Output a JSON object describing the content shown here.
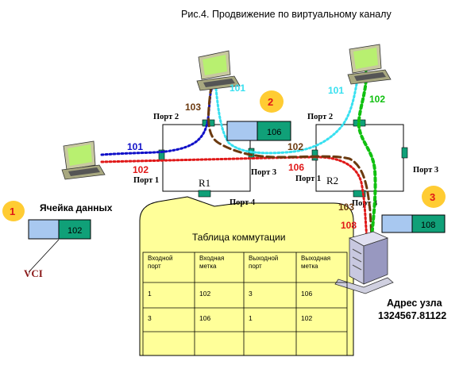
{
  "title": "Рис.4. Продвижение по виртуальному каналу",
  "routers": [
    {
      "name": "R1",
      "ports": [
        "Порт 1",
        "Порт 2",
        "Порт 3",
        "Порт 4"
      ]
    },
    {
      "name": "R2",
      "ports": [
        "Порт 1",
        "Порт 2",
        "Порт 3",
        "Порт 4"
      ]
    }
  ],
  "labels": {
    "l101_left": "101",
    "l102_left": "102",
    "l103_top": "103",
    "l101_top": "101",
    "l102_mid": "102",
    "l106_mid": "106",
    "l101_right": "101",
    "l102_right": "102",
    "l103_low": "103",
    "l108": "108"
  },
  "steps": [
    "1",
    "2",
    "3"
  ],
  "cells": [
    {
      "label": "102"
    },
    {
      "label": "106"
    },
    {
      "label": "108"
    }
  ],
  "cell_caption": "Ячейка данных",
  "vci": "VCI",
  "switch_table": {
    "title": "Таблица коммутации",
    "headers": [
      "Входной порт",
      "Входная метка",
      "Выходной порт",
      "Выходная метка"
    ],
    "rows": [
      [
        "1",
        "102",
        "3",
        "106"
      ],
      [
        "3",
        "106",
        "1",
        "102"
      ],
      [
        "",
        "",
        "",
        ""
      ]
    ]
  },
  "node_address": {
    "label": "Адрес узла",
    "value": "1324567.81122"
  },
  "colors": {
    "blue": "#1010c8",
    "cyan": "#38e0f0",
    "red": "#e01818",
    "brown": "#6b3a10",
    "green": "#10c010",
    "callout": "#ffff99",
    "step_circle": "#ffcc33",
    "port": "#10a078",
    "cell_left": "#a8c8f0",
    "cell_right": "#10a078"
  }
}
